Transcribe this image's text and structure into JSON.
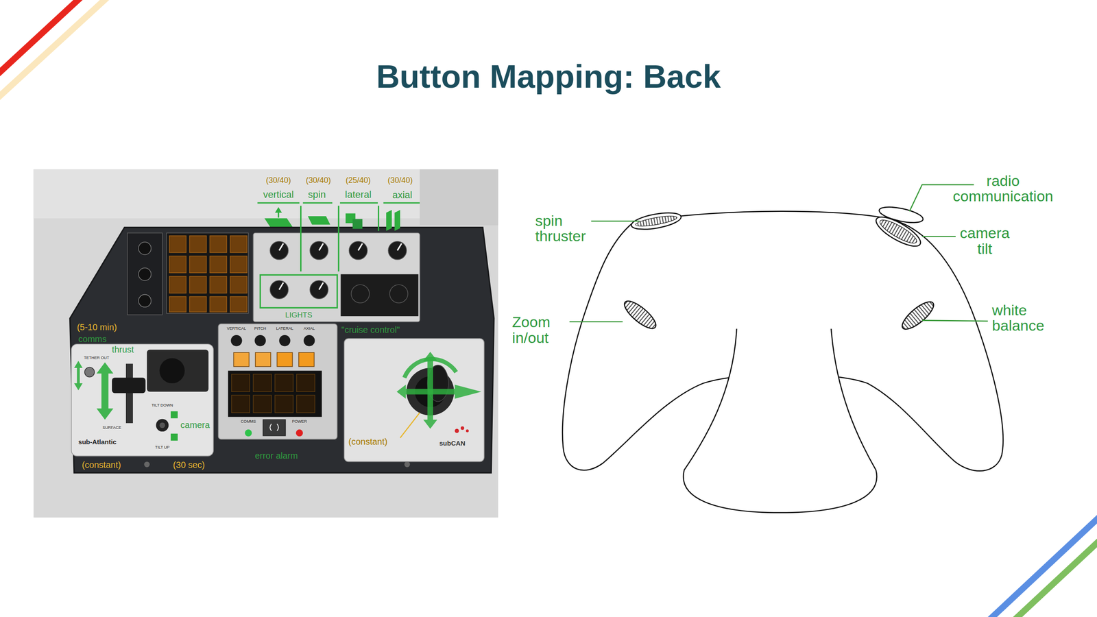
{
  "diagram": {
    "title": "Button Mapping: Back",
    "labels": [
      "(30/40)",
      "(30/40)",
      "(25/40)",
      "(30/40)",
      "vertical",
      "spin",
      "lateral",
      "axial",
      "spin thruster",
      "radio communication",
      "camera tilt",
      "LIGHTS",
      "VERTICAL",
      "PITCH",
      "LATERAL",
      "AXIAL",
      "(5-10 min)",
      "comms",
      "\"cruise control\"",
      "thrust",
      "TETHER OUT",
      "Zoom in/out",
      "white balance",
      "TILT DOWN",
      "COMMS",
      "POWER",
      "camera",
      "SURFACE",
      "sub-Atlantic",
      "TILT UP",
      "(constant)",
      "subCAN",
      "error alarm",
      "(constant)",
      "(30 sec)"
    ]
  }
}
